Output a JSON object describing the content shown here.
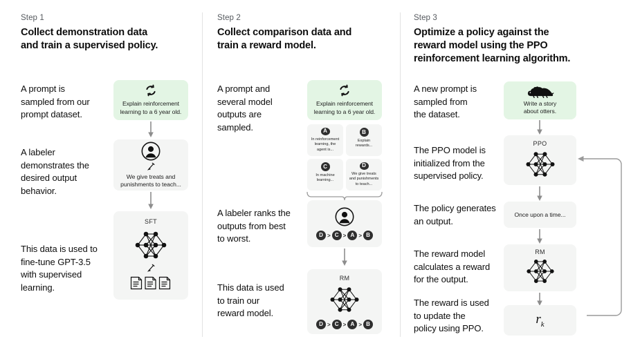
{
  "diagram": {
    "title": "RLHF three-step training diagram",
    "background": "#ffffff",
    "accent_green": "#e3f5e4",
    "card_gray": "#f4f5f4",
    "badge_dark": "#2f2f2f"
  },
  "columns": [
    {
      "step_label": "Step 1",
      "title_line1": "Collect demonstration data",
      "title_line2": "and train a supervised policy.",
      "paragraphs": [
        "A prompt is\nsampled from our\nprompt dataset.",
        "A labeler\ndemonstrates the\ndesired output\nbehavior.",
        "This data is used to\nfine-tune GPT-3.5\nwith supervised\nlearning."
      ],
      "prompt_card": {
        "icon": "refresh-cycle-icon",
        "text_line1": "Explain reinforcement",
        "text_line2": "learning to a 6 year old."
      },
      "labeler_card": {
        "icon": "person-avatar-icon",
        "pencil": "pencil-icon",
        "text_line1": "We give treats and",
        "text_line2": "punishments to teach..."
      },
      "model_card": {
        "title": "SFT",
        "icon": "neural-network-icon",
        "pencil": "pencil-icon",
        "docs": "three-documents-icon"
      }
    },
    {
      "step_label": "Step 2",
      "title_line1": "Collect comparison data and",
      "title_line2": "train a reward model.",
      "paragraphs": [
        "A prompt and\nseveral model\noutputs are\nsampled.",
        "A labeler ranks the\noutputs from best\nto worst.",
        "This data is used\nto train our\nreward model."
      ],
      "prompt_card": {
        "icon": "refresh-cycle-icon",
        "text_line1": "Explain reinforcement",
        "text_line2": "learning to a 6 year old."
      },
      "options": [
        {
          "badge": "A",
          "text": "In reinforcement learning, the agent is..."
        },
        {
          "badge": "B",
          "text": "Explain rewards..."
        },
        {
          "badge": "C",
          "text": "In machine learning..."
        },
        {
          "badge": "D",
          "text": "We give treats and punishments to teach..."
        }
      ],
      "labeler_card": {
        "icon": "person-avatar-icon",
        "ranking": [
          "D",
          "C",
          "A",
          "B"
        ],
        "separator": ">"
      },
      "reward_card": {
        "title": "RM",
        "icon": "neural-network-icon",
        "ranking": [
          "D",
          "C",
          "A",
          "B"
        ],
        "separator": ">"
      }
    },
    {
      "step_label": "Step 3",
      "title_line1": "Optimize a policy against the",
      "title_line2": "reward model using the PPO",
      "title_line3": "reinforcement learning algorithm.",
      "paragraphs": [
        "A new prompt is\nsampled from\nthe dataset.",
        "The PPO model is\ninitialized from the\nsupervised policy.",
        "The policy generates\nan output.",
        "The reward model\ncalculates a reward\nfor the output.",
        "The reward is used\nto update the\npolicy using PPO."
      ],
      "prompt_card": {
        "icon": "otter-icon",
        "text_line1": "Write a story",
        "text_line2": "about otters."
      },
      "ppo_card": {
        "title": "PPO",
        "icon": "neural-network-icon"
      },
      "output_card": {
        "text": "Once upon a time..."
      },
      "rm_card": {
        "title": "RM",
        "icon": "neural-network-icon"
      },
      "reward_card": {
        "symbol": "r",
        "subscript": "k"
      },
      "feedback_loop": "update-policy-feedback-arrow"
    }
  ]
}
